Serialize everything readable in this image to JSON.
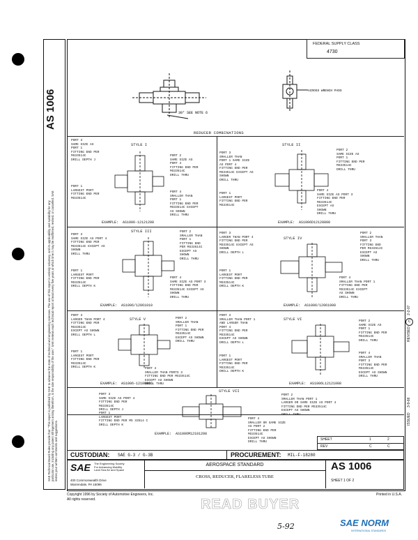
{
  "side": {
    "doc_number": "AS 1006",
    "disclaimer_text": "SAE Technical Board Rules provide that: \"This report is published by SAE to advance the state of technical and engineering sciences. The use of this report is entirely voluntary, and its applicability and suitability for any particular use, including any patent infringement arising therefrom, is the sole responsibility of the user.\" SAE reviews each technical report at least every five years at which time it may be reaffirmed, revised, or cancelled. SAE invites your written comments and suggestions.",
    "revised_label": "REVISED",
    "revised_date": "2-2-07",
    "rev_circle": "C",
    "issued_label": "ISSUED",
    "issued_date": "3-9-66"
  },
  "header": {
    "fsc_label": "FEDERAL SUPPLY CLASS",
    "fsc_value": "4730"
  },
  "top_figure": {
    "note": "30° SEE NOTE 6",
    "wrench_label": "ACROSS WRENCH PADS"
  },
  "combos_title": "REDUCER COMBINATIONS",
  "styles": [
    {
      "title": "STYLE I",
      "left_notes": "PORT 3\nSAME SIZE AS\nPORT 1\nFITTING END PER\nMS33514C\nDRILL DEPTH J",
      "left_notes2": "PORT 1\nLARGEST PORT\nFITTING END PER\nMS33514C",
      "right_notes": "PORT 2\nSAME SIZE AS\nPORT 4\nFITTING END PER\nMS33514C\nDRILL THRU",
      "right_notes2": "PORT 4\nSMALLER THAN\nPORT 1\nFITTING END PER\nMS33514C EXCEPT\nAS SHOWN\nDRILL THRU",
      "example": "EXAMPLE:  AS1006-12121208"
    },
    {
      "title": "STYLE II",
      "left_notes": "PORT 3\nSMALLER THAN\nPORT 1 SAME SIZE\nAS PORT 4\nFITTING END PER\nMS33514C EXCEPT AS\nSHOWN\nDRILL THRU",
      "left_notes2": "PORT 1\nLARGEST PORT\nFITTING END PER\nMS33514C",
      "right_notes": "PORT 2\nSAME SIZE AS\nPORT 1\nFITTING END PER\nMS33514C\nDRILL THRU",
      "right_notes2": "PORT 4\nSAME SIZE AS PORT 3\nFITTING END PER\nMS33514C\nEXCEPT AS\nSHOWN\nDRILL THRU",
      "example": "EXAMPLE:  AS1006D12120808"
    },
    {
      "title": "STYLE III",
      "left_notes": "PORT 3\nSAME SIZE AS PORT 4\nFITTING END PER\nMS33514C EXCEPT AS\nSHOWN\nDRILL THRU",
      "left_notes2": "PORT 1\nLARGEST PORT\nFITTING END PER\nMS33514C\nDRILL DEPTH K",
      "right_notes": "PORT 2\nSMALLER THAN\nPORT 1\nFITTING END\nPER MS33514C\nEXCEPT AS\nSHOWN\nDRILL THRU",
      "right_notes2": "PORT 4\nSAME SIZE AS PORT 3\nFITTING END PER\nMS33514C EXCEPT AS\nSHOWN\nDRILL THRU",
      "example": "EXAMPLE:  AS1006/12061010"
    },
    {
      "title": "STYLE IV",
      "left_notes": "PORT 3\nLARGER THAN PORT 4\nFITTING END PER\nMS33514C EXCEPT AS\nSHOWN\nDRILL DEPTH L",
      "left_notes2": "PORT 1\nLARGEST PORT\nFITTING END PER\nMS33514C\nDRILL DEPTH K",
      "right_notes": "PORT 2\nSMALLER THAN\nPORT 3\nFITTING END\nPER MS33514C\nEXCEPT AS\nSHOWN\nDRILL THRU",
      "right_notes2": "PORT 4\nSMALLER THAN PORT 1\nFITTING END PER\nMS33514C EXCEPT\nAS SHOWN\nDRILL THRU",
      "example": "EXAMPLE:  AS1006/12061008"
    },
    {
      "title": "STYLE V",
      "left_notes": "PORT 3\nLARGER THAN PORT 4\nFITTING END PER\nMS33514C\nEXCEPT AS SHOWN\nDRILL DEPTH L",
      "left_notes2": "PORT 1\nLARGEST PORT\nFITTING END PER\nMS33514C\nDRILL DEPTH K",
      "right_notes": "PORT 2\nSMALLER THAN\nPORT 1\nFITTING END PER\nMS33514C\nEXCEPT AS SHOWN\nDRILL THRU",
      "right_notes2": "PORT 4\nSMALLER THAN PORTS 3\nFITTING END PER MS33514C\nEXCEPT AS SHOWN\nDRILL THRU",
      "example": "EXAMPLE:  AS1006-12100806"
    },
    {
      "title": "STYLE VI",
      "left_notes": "PORT 3\nSMALLER THAN PORT 1\nAND LARGER THAN\nPORT 4\nFITTING END PER\nMS33514C\nEXCEPT AS SHOWN\nDRILL DEPTH L",
      "left_notes2": "PORT 1\nLARGEST PORT\nFITTING END PER\nMS33514C\nDRILL DEPTH K",
      "right_notes": "PORT 2\nSAME SIZE AS\nPORT 1\nFITTING END PER\nMS33514C\nDRILL THRU",
      "right_notes2": "PORT 4\nSMALLER THAN\nPORT 3\nFITTING END PER\nMS33514C\nEXCEPT AS SHOWN\nDRILL THRU",
      "example": "EXAMPLE:  AS1006L12121008"
    },
    {
      "title": "STYLE VII",
      "left_notes": "PORT 3\nSAME SIZE AS PORT 4\nFITTING END PER\nMS33514C\nDRILL DEPTH J",
      "left_notes2": "PORT 1\nLARGEST PORT\nFITTING END PER MS 33514 C\nDRILL DEPTH K",
      "right_notes": "PORT 2\nSMALLER THAN PORT 1\nLARGER OR SAME SIZE AS PORT 4\nFITTING END PER MS33514C\nEXCEPT AS SHOWN\nDRILL THRU",
      "right_notes2": "PORT 4\nSMALLER OR SAME SIZE\nAS PORT 2\nFITTING END PER\nMS33514C\nEXCEPT AS SHOWN\nDRILL THRU",
      "example": "EXAMPLE:  AS1006M12101208"
    }
  ],
  "sheet_box": {
    "sheet_label": "SHEET",
    "sheet_no": "1",
    "sheet_of": "2",
    "rev_label": "REV",
    "rev_a": "C",
    "rev_b": "C"
  },
  "custodian": {
    "label": "CUSTODIAN:",
    "value": "SAE G-3 / G-3B"
  },
  "procurement": {
    "label": "PROCUREMENT:",
    "value": "MIL-F-18280"
  },
  "title_block": {
    "org_line1": "The Engineering Society",
    "org_line2": "For Advancing Mobility",
    "org_line3": "Land Sea Air and Space",
    "address1": "400 Commonwealth Drive",
    "address2": "Warrendale, PA  15096",
    "standard_type": "AEROSPACE STANDARD",
    "part_title": "CROSS, REDUCER, FLARELESS TUBE",
    "doc_number": "AS 1006",
    "sheet_text": "SHEET  1   OF  2"
  },
  "footer": {
    "copyright1": "Copyright 1996 by Society of Automotive Engineers, Inc.",
    "copyright2": "All rights reserved.",
    "printed": "Printed in U.S.A.",
    "stamp": "READ BUYER",
    "handwritten": "5-92",
    "brand_main": "SAE NORM",
    "brand_sub": "INTERNATIONAL STANDARDS"
  }
}
